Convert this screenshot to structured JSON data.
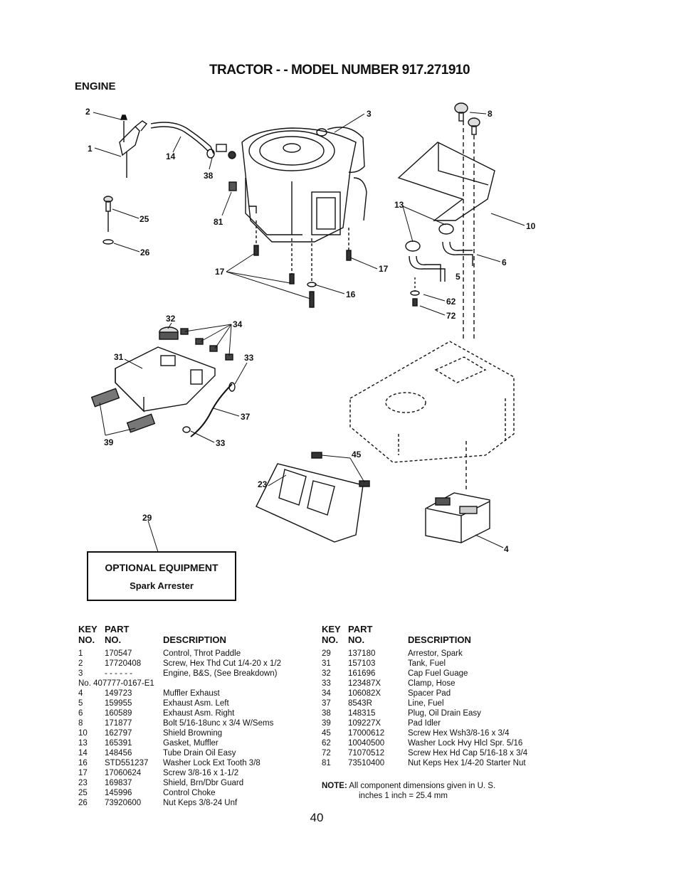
{
  "header": {
    "title": "TRACTOR - - MODEL NUMBER 917.271910",
    "section": "ENGINE"
  },
  "callouts": [
    "2",
    "1",
    "14",
    "38",
    "81",
    "3",
    "8",
    "10",
    "13",
    "6",
    "5",
    "62",
    "72",
    "25",
    "26",
    "17",
    "17",
    "16",
    "32",
    "34",
    "31",
    "33",
    "37",
    "39",
    "33",
    "45",
    "23",
    "29",
    "4"
  ],
  "optional": {
    "title": "OPTIONAL EQUIPMENT",
    "item": "Spark Arrester"
  },
  "table_headers": {
    "key": "KEY",
    "no": "NO.",
    "part": "PART",
    "no2": "NO.",
    "description": "DESCRIPTION"
  },
  "parts_left": [
    {
      "key": "1",
      "part": "170547",
      "desc": "Control, Throt Paddle"
    },
    {
      "key": "2",
      "part": "17720408",
      "desc": "Screw, Hex Thd Cut 1/4-20 x 1/2"
    },
    {
      "key": "3",
      "part": "- - - - - -",
      "desc": "Engine, B&S, (See Breakdown)"
    },
    {
      "key": "No. 407777-0167-E1",
      "part": "",
      "desc": ""
    },
    {
      "key": "4",
      "part": "149723",
      "desc": "Muffler Exhaust"
    },
    {
      "key": "5",
      "part": "159955",
      "desc": "Exhaust Asm. Left"
    },
    {
      "key": "6",
      "part": "160589",
      "desc": "Exhaust Asm. Right"
    },
    {
      "key": "8",
      "part": "171877",
      "desc": "Bolt 5/16-18unc x 3/4 W/Sems"
    },
    {
      "key": "10",
      "part": "162797",
      "desc": "Shield Browning"
    },
    {
      "key": "13",
      "part": "165391",
      "desc": "Gasket, Muffler"
    },
    {
      "key": "14",
      "part": "148456",
      "desc": "Tube Drain Oil Easy"
    },
    {
      "key": "16",
      "part": "STD551237",
      "desc": "Washer Lock Ext Tooth 3/8"
    },
    {
      "key": "17",
      "part": "17060624",
      "desc": "Screw 3/8-16 x 1-1/2"
    },
    {
      "key": "23",
      "part": "169837",
      "desc": "Shield, Brn/Dbr Guard"
    },
    {
      "key": "25",
      "part": "145996",
      "desc": "Control Choke"
    },
    {
      "key": "26",
      "part": "73920600",
      "desc": "Nut Keps 3/8-24 Unf"
    }
  ],
  "parts_right": [
    {
      "key": "29",
      "part": "137180",
      "desc": "Arrestor, Spark"
    },
    {
      "key": "31",
      "part": "157103",
      "desc": "Tank, Fuel"
    },
    {
      "key": "32",
      "part": "161696",
      "desc": "Cap Fuel Guage"
    },
    {
      "key": "33",
      "part": "123487X",
      "desc": "Clamp, Hose"
    },
    {
      "key": "34",
      "part": "106082X",
      "desc": "Spacer Pad"
    },
    {
      "key": "37",
      "part": "8543R",
      "desc": "Line, Fuel"
    },
    {
      "key": "38",
      "part": "148315",
      "desc": "Plug, Oil Drain Easy"
    },
    {
      "key": "39",
      "part": "109227X",
      "desc": "Pad Idler"
    },
    {
      "key": "45",
      "part": "17000612",
      "desc": "Screw Hex Wsh3/8-16 x 3/4"
    },
    {
      "key": "62",
      "part": "10040500",
      "desc": "Washer Lock Hvy Hlcl Spr. 5/16"
    },
    {
      "key": "72",
      "part": "71070512",
      "desc": "Screw Hex Hd Cap 5/16-18 x 3/4"
    },
    {
      "key": "81",
      "part": "73510400",
      "desc": "Nut Keps Hex 1/4-20 Starter Nut"
    }
  ],
  "note": {
    "label": "NOTE:",
    "line1": "All component dimensions given in U. S.",
    "line2": "inches 1 inch = 25.4 mm"
  },
  "page_number": "40"
}
